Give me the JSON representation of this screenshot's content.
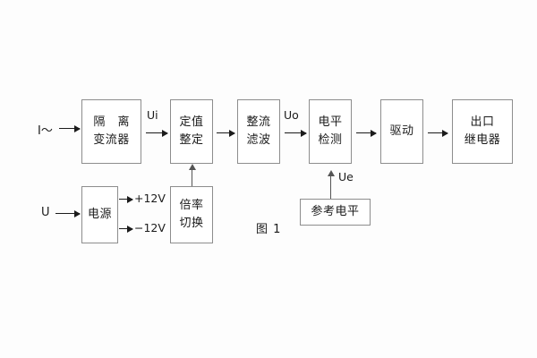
{
  "figure": {
    "caption": "图 1",
    "background_color": "#ffffff",
    "box_border_color": "#8d8d8d",
    "line_color": "#1b1b1b"
  },
  "inputs": {
    "current_input": "I～",
    "voltage_input": "U"
  },
  "main_chain": [
    {
      "id": "isolation-ct",
      "line1": "隔 离",
      "line2": "变流器"
    },
    {
      "id": "setting-value",
      "line1": "定值",
      "line2": "整定"
    },
    {
      "id": "rectify-filter",
      "line1": "整流",
      "line2": "滤波"
    },
    {
      "id": "level-detect",
      "line1": "电平",
      "line2": "检测"
    },
    {
      "id": "drive",
      "line1": "驱动",
      "line2": ""
    },
    {
      "id": "output-relay",
      "line1": "出口",
      "line2": "继电器"
    }
  ],
  "support_blocks": [
    {
      "id": "power-supply",
      "line1": "电源",
      "line2": ""
    },
    {
      "id": "ratio-switch",
      "line1": "倍率",
      "line2": "切换"
    },
    {
      "id": "reference-level",
      "line1": "参考电平",
      "line2": ""
    }
  ],
  "signal_labels": {
    "ui": "Ui",
    "uo": "Uo",
    "ue": "Ue",
    "rail_positive": "+12V",
    "rail_negative": "−12V"
  }
}
